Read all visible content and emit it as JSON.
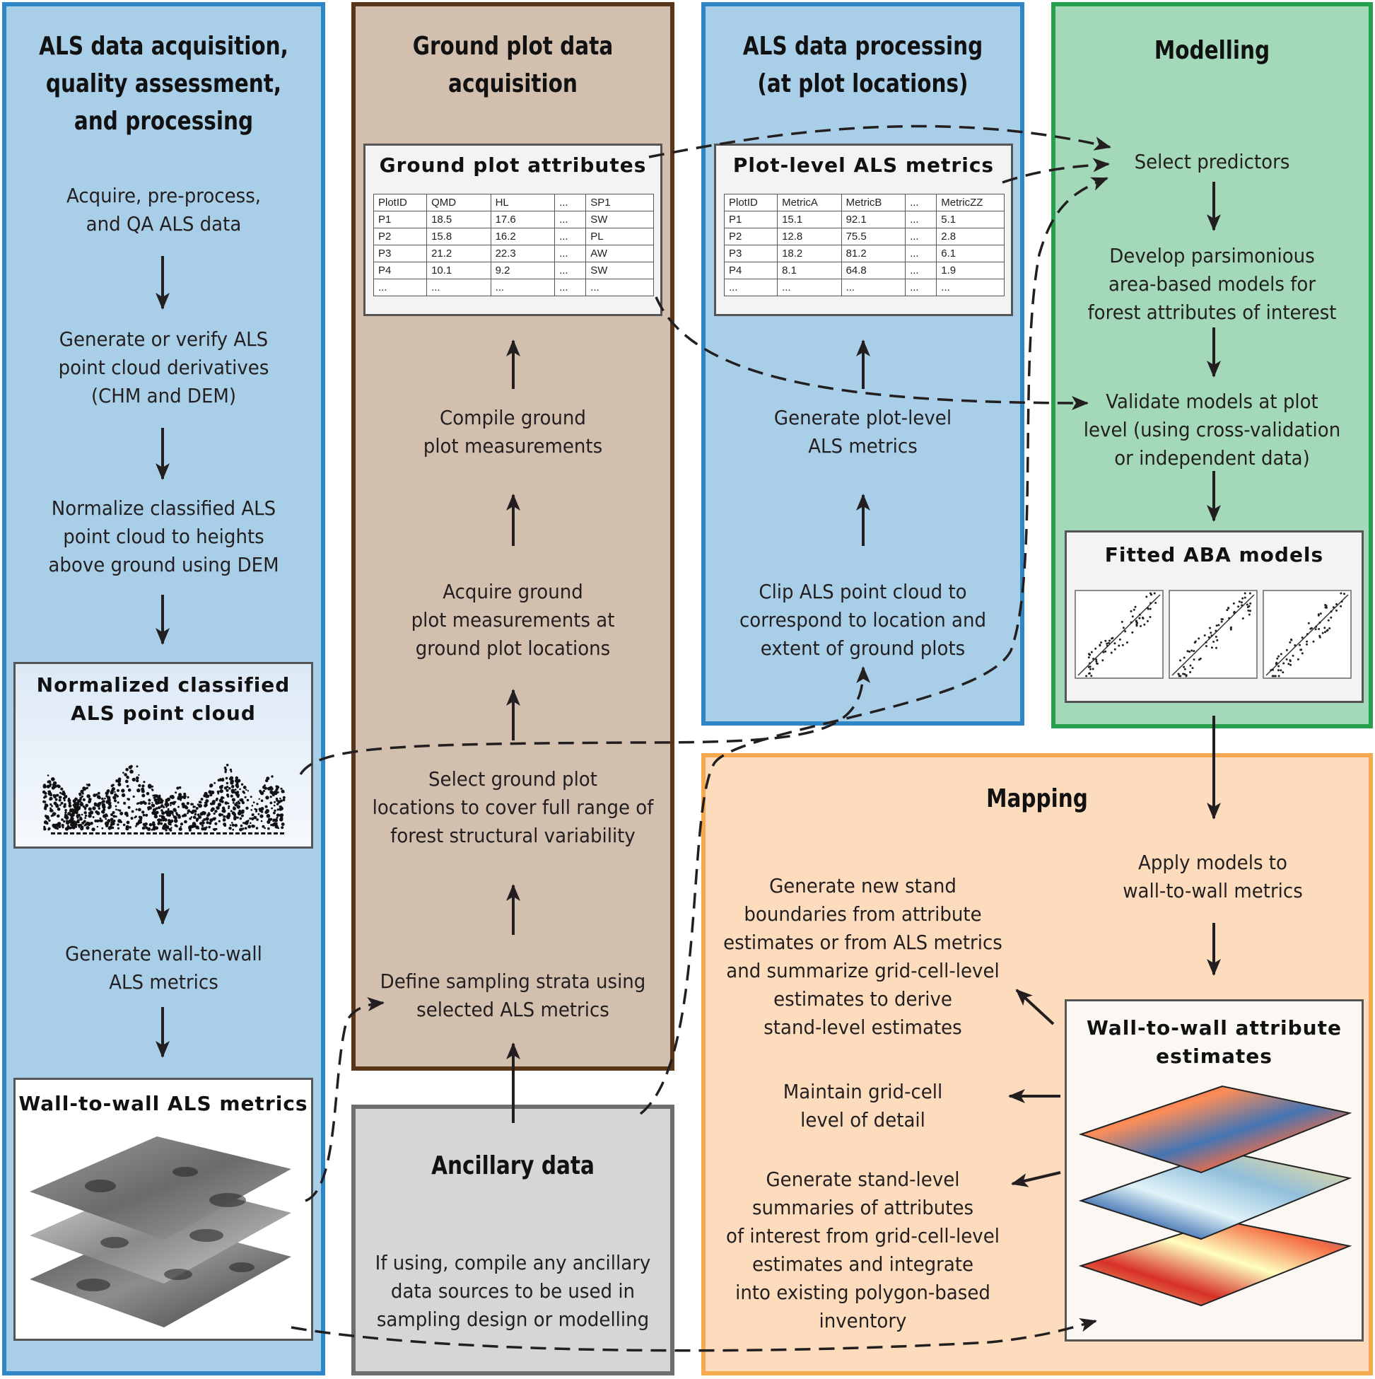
{
  "colors": {
    "acquisition_fill": "#a9cfe8",
    "acquisition_border": "#2e86c7",
    "ground_fill": "#d2bfae",
    "ground_border": "#5a3518",
    "processing_fill": "#a9cfe8",
    "processing_border": "#2e86c7",
    "modelling_fill": "#a3d9b8",
    "modelling_border": "#27a04d",
    "mapping_fill": "#fcdcbd",
    "mapping_border": "#f7a950",
    "ancillary_fill": "#d5d6d8",
    "ancillary_border": "#6d6e70",
    "arrow": "#231f20"
  },
  "acquisition": {
    "title": [
      "ALS data acquisition,",
      "quality assessment,",
      "and processing"
    ],
    "step1": [
      "Acquire, pre-process,",
      "and QA ALS data"
    ],
    "step2": [
      "Generate or verify ALS",
      "point cloud derivatives",
      "(CHM and DEM)"
    ],
    "step3": [
      "Normalize classified ALS",
      "point cloud to heights",
      "above ground using DEM"
    ],
    "point_cloud_box": [
      "Normalized classified",
      "ALS point cloud"
    ],
    "step4": [
      "Generate wall-to-wall",
      "ALS metrics"
    ],
    "metrics_box": "Wall-to-wall ALS metrics"
  },
  "ground": {
    "title": [
      "Ground plot data",
      "acquisition"
    ],
    "attributes_box": "Ground plot attributes",
    "table": {
      "header": [
        "PlotID",
        "QMD",
        "HL",
        "...",
        "SP1"
      ],
      "rows": [
        [
          "P1",
          "18.5",
          "17.6",
          "...",
          "SW"
        ],
        [
          "P2",
          "15.8",
          "16.2",
          "...",
          "PL"
        ],
        [
          "P3",
          "21.2",
          "22.3",
          "...",
          "AW"
        ],
        [
          "P4",
          "10.1",
          "9.2",
          "...",
          "SW"
        ],
        [
          "...",
          "...",
          "...",
          "...",
          "..."
        ]
      ]
    },
    "step_compile": [
      "Compile ground",
      "plot measurements"
    ],
    "step_acquire": [
      "Acquire ground",
      "plot measurements at",
      "ground plot locations"
    ],
    "step_select": [
      "Select ground plot",
      "locations to cover full range of",
      "forest structural variability"
    ],
    "step_strata": [
      "Define sampling strata using",
      "selected ALS metrics"
    ]
  },
  "processing": {
    "title": [
      "ALS data processing",
      "(at plot locations)"
    ],
    "metrics_box": "Plot-level ALS metrics",
    "table": {
      "header": [
        "PlotID",
        "MetricA",
        "MetricB",
        "...",
        "MetricZZ"
      ],
      "rows": [
        [
          "P1",
          "15.1",
          "92.1",
          "...",
          "5.1"
        ],
        [
          "P2",
          "12.8",
          "75.5",
          "...",
          "2.8"
        ],
        [
          "P3",
          "18.2",
          "81.2",
          "...",
          "6.1"
        ],
        [
          "P4",
          "8.1",
          "64.8",
          "...",
          "1.9"
        ],
        [
          "...",
          "...",
          "...",
          "...",
          "..."
        ]
      ]
    },
    "step_generate": [
      "Generate plot-level",
      "ALS metrics"
    ],
    "step_clip": [
      "Clip ALS point cloud to",
      "correspond to location and",
      "extent of ground plots"
    ]
  },
  "modelling": {
    "title": "Modelling",
    "step_select": "Select predictors",
    "step_develop": [
      "Develop parsimonious",
      "area-based models for",
      "forest attributes of interest"
    ],
    "step_validate": [
      "Validate models at plot",
      "level (using cross-validation",
      "or independent data)"
    ],
    "models_box": "Fitted ABA models"
  },
  "ancillary": {
    "title": "Ancillary data",
    "text": [
      "If using, compile any ancillary",
      "data sources to be used in",
      "sampling design or modelling"
    ]
  },
  "mapping": {
    "title": "Mapping",
    "step_apply": [
      "Apply models to",
      "wall-to-wall metrics"
    ],
    "estimates_box": [
      "Wall-to-wall attribute",
      "estimates"
    ],
    "out_boundaries": [
      "Generate new stand",
      "boundaries from attribute",
      "estimates or from ALS metrics",
      "and summarize grid-cell-level",
      "estimates to derive",
      "stand-level estimates"
    ],
    "out_maintain": [
      "Maintain grid-cell",
      "level of detail"
    ],
    "out_summaries": [
      "Generate stand-level",
      "summaries of attributes",
      "of interest from grid-cell-level",
      "estimates and integrate",
      "into existing polygon-based",
      "inventory"
    ]
  }
}
